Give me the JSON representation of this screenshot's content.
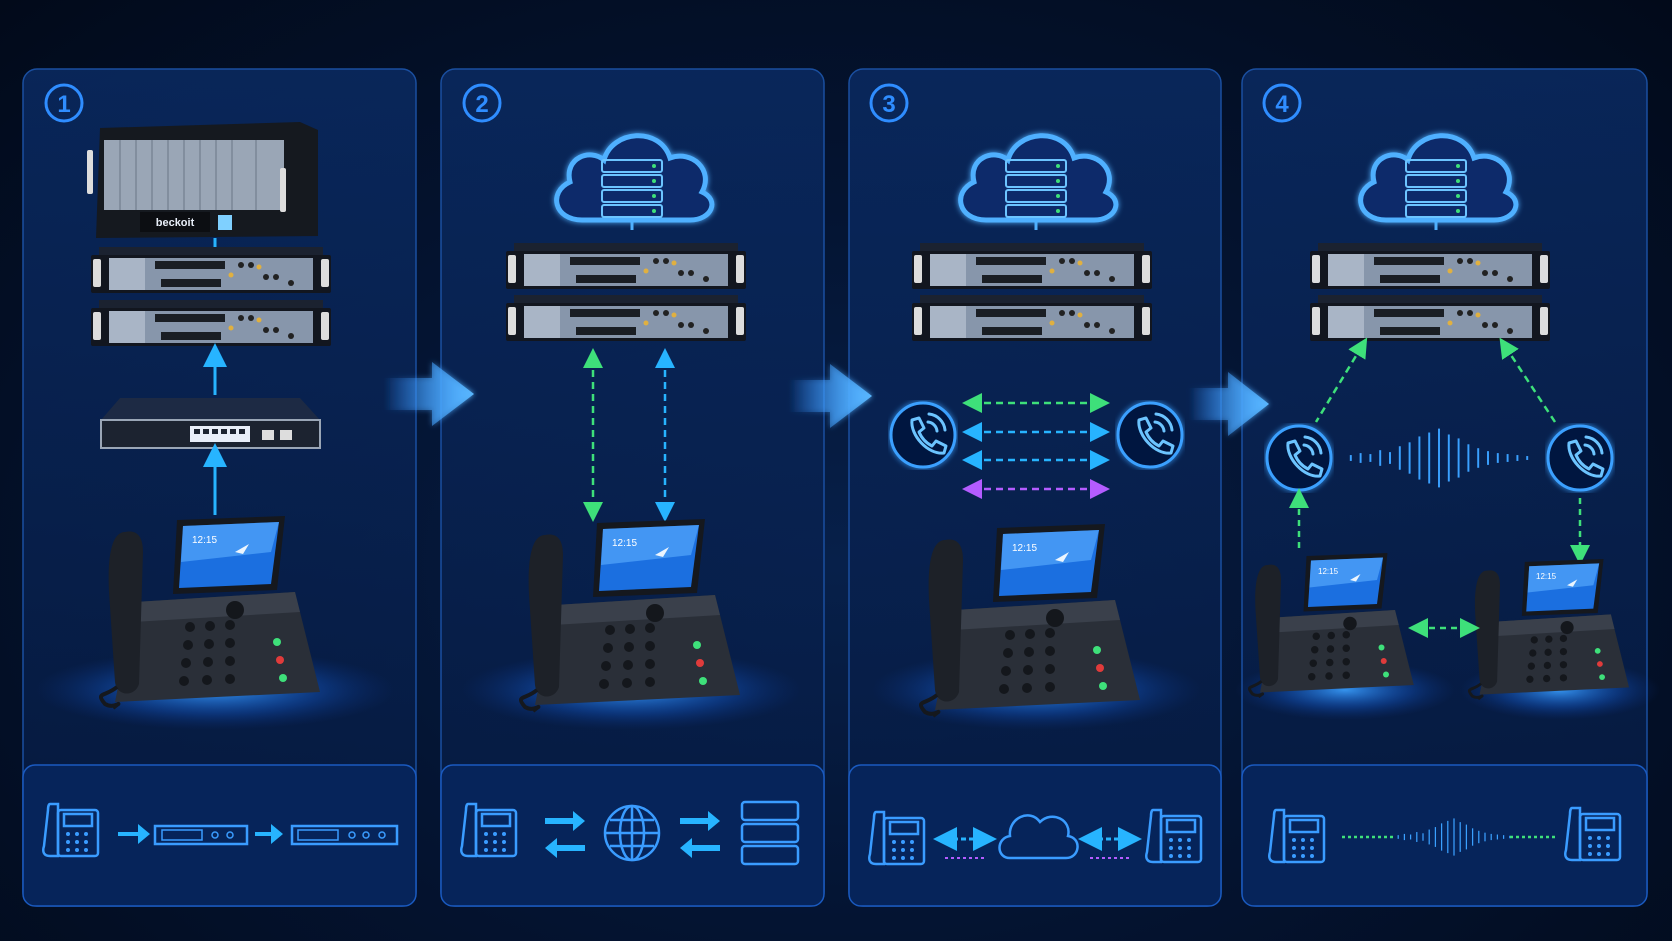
{
  "steps": [
    {
      "number": "1"
    },
    {
      "number": "2"
    },
    {
      "number": "3"
    },
    {
      "number": "4"
    }
  ],
  "hardware": {
    "brand": "beckoit",
    "phone_screen_time": "12:15"
  },
  "colors": {
    "background": "#030b1c",
    "panel": "#08265a",
    "accent_blue": "#2f8dff",
    "arrow_cyan": "#27b4ff",
    "dashed_green": "#3ee07a",
    "dashed_purple": "#b45cff"
  },
  "icons": {
    "panel1_flow": [
      "desk-phone-icon",
      "arrow-right-icon",
      "switch-icon",
      "arrow-right-icon",
      "pbx-gateway-icon"
    ],
    "panel2_flow": [
      "desk-phone-icon",
      "bidirectional-arrows-icon",
      "globe-icon",
      "bidirectional-arrows-icon",
      "server-stack-icon"
    ],
    "panel3_flow": [
      "desk-phone-icon",
      "double-arrow-icon",
      "cloud-icon",
      "double-arrow-icon",
      "desk-phone-icon"
    ],
    "panel4_flow": [
      "desk-phone-icon",
      "dotted-line",
      "sound-wave-icon",
      "dotted-line",
      "desk-phone-icon"
    ]
  }
}
